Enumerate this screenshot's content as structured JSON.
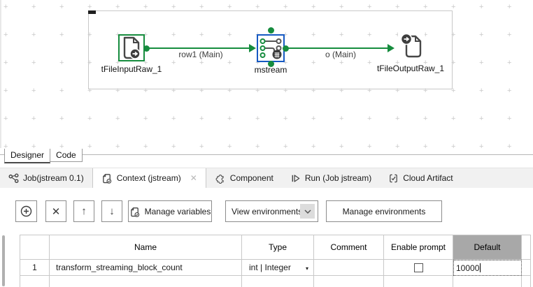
{
  "flow": {
    "components": [
      {
        "label": "tFileInputRaw_1"
      },
      {
        "label": "mstream"
      },
      {
        "label": "tFileOutputRaw_1"
      }
    ],
    "connections": [
      {
        "label": "row1 (Main)"
      },
      {
        "label": "o (Main)"
      }
    ]
  },
  "editor_tabs": [
    {
      "label": "Designer"
    },
    {
      "label": "Code"
    }
  ],
  "view_tabs": [
    {
      "label": "Job(jstream 0.1)"
    },
    {
      "label": "Context (jstream)"
    },
    {
      "label": "Component"
    },
    {
      "label": "Run (Job jstream)"
    },
    {
      "label": "Cloud Artifact"
    }
  ],
  "toolbar": {
    "manage_variables_label": "Manage variables",
    "view_environments_value": "View environments",
    "manage_environments_label": "Manage environments"
  },
  "table": {
    "headers": {
      "name": "Name",
      "type": "Type",
      "comment": "Comment",
      "enable_prompt": "Enable prompt",
      "default": "Default"
    },
    "rows": [
      {
        "num": "1",
        "name": "transform_streaming_block_count",
        "type": "int | Integer",
        "comment": "",
        "enable_prompt_checked": false,
        "default": "10000"
      }
    ]
  },
  "colors": {
    "green": "#168c3e",
    "blue": "#1659c2",
    "selected_header_bg": "#a8a8a8"
  }
}
